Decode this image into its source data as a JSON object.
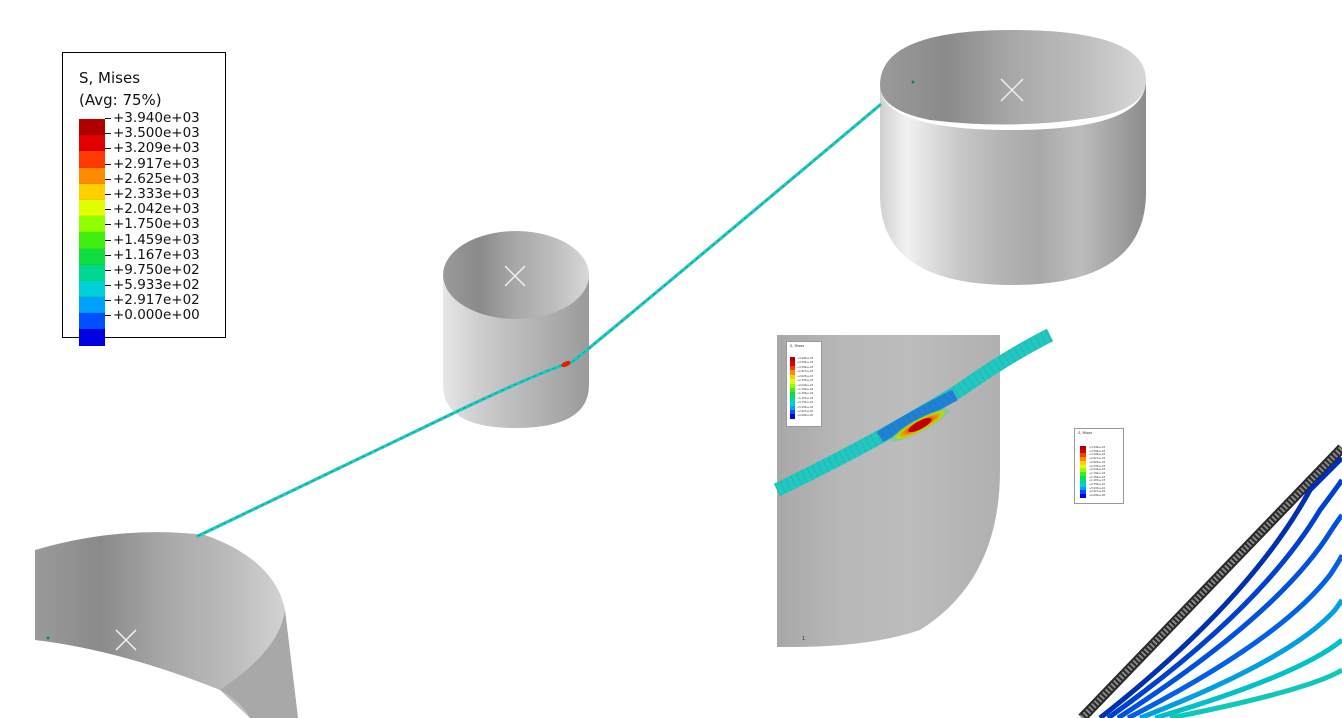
{
  "legend": {
    "title": "S, Mises",
    "subtitle": "(Avg: 75%)",
    "labels": [
      "+3.940e+03",
      "+3.500e+03",
      "+3.209e+03",
      "+2.917e+03",
      "+2.625e+03",
      "+2.333e+03",
      "+2.042e+03",
      "+1.750e+03",
      "+1.459e+03",
      "+1.167e+03",
      "+9.750e+02",
      "+5.933e+02",
      "+2.917e+02",
      "+0.000e+00"
    ],
    "colors": [
      "#b00000",
      "#e00000",
      "#ff3a00",
      "#ff8c00",
      "#ffd000",
      "#e0ff00",
      "#90ff00",
      "#40ee10",
      "#10dd40",
      "#00d890",
      "#00d0d8",
      "#00a0ff",
      "#0050ff",
      "#0000e0"
    ]
  },
  "colors": {
    "wire": "#22c8c0",
    "cylinder_outer": "#c8c8c8",
    "cylinder_inner": "#9c9c9c",
    "inset_background": "#b4b4b4",
    "hot_spot": "#d01000"
  }
}
